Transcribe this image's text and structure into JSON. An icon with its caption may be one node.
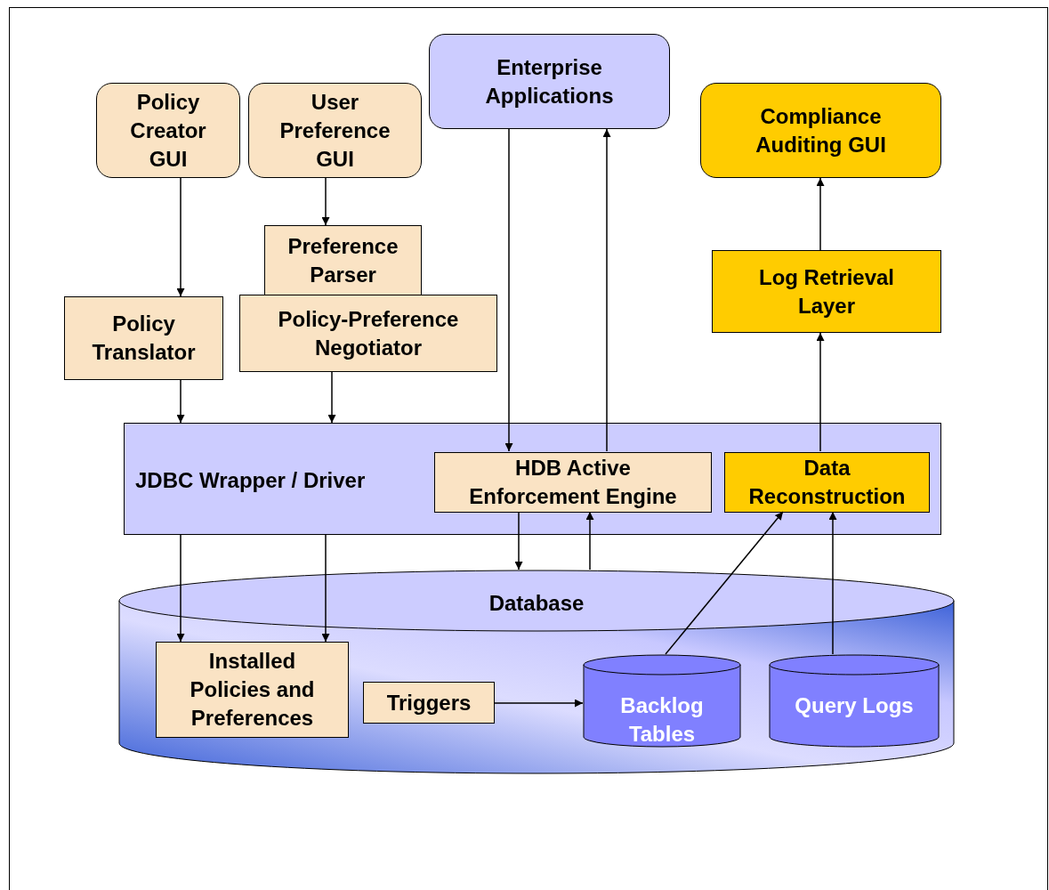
{
  "diagram": {
    "nodes": [
      {
        "text": [
          "Policy Creator GUI"
        ]
      },
      {
        "text": [
          "User Preference GUI"
        ]
      },
      {
        "text": [
          "Enterprise Applications"
        ]
      },
      {
        "text": [
          "Compliance Auditing GUI"
        ]
      },
      {
        "text": [
          "Preference Parser"
        ]
      },
      {
        "text": [
          "Policy Translator"
        ]
      },
      {
        "text": [
          "Policy-Preference Negotiator"
        ]
      },
      {
        "text": [
          "Log Retrieval Layer"
        ]
      },
      {
        "text": [
          "JDBC Wrapper / Driver"
        ]
      },
      {
        "text": [
          "HDB Active Enforcement Engine"
        ],
        "in": 8
      },
      {
        "text": [
          "Data Reconstruction"
        ],
        "in": 8
      },
      {
        "text": [
          "Database"
        ]
      },
      {
        "text": [
          "Installed Policies and Preferences"
        ],
        "in": 11
      },
      {
        "text": [
          "Triggers"
        ],
        "in": 11
      },
      {
        "text": [
          "Backlog Tables"
        ],
        "in": 11
      },
      {
        "text": [
          "Query Logs"
        ],
        "in": 11
      }
    ],
    "edges": [
      {
        "from": 0,
        "to": 5,
        "arrow": "to"
      },
      {
        "from": 1,
        "to": 4,
        "arrow": "to"
      },
      {
        "from": 5,
        "to": 8,
        "arrow": "to"
      },
      {
        "from": 6,
        "to": 8,
        "arrow": "to"
      },
      {
        "from": 2,
        "to": 9,
        "arrow": "to"
      },
      {
        "from": 9,
        "to": 2,
        "arrow": "to"
      },
      {
        "from": 10,
        "to": 7,
        "arrow": "to"
      },
      {
        "from": 7,
        "to": 3,
        "arrow": "to"
      },
      {
        "from": 9,
        "to": 11,
        "arrow": "to"
      },
      {
        "from": 11,
        "to": 9,
        "arrow": "to"
      },
      {
        "from": 8,
        "to": 12,
        "arrow": "to"
      },
      {
        "from": 8,
        "to": 12,
        "arrow": "to"
      },
      {
        "from": 13,
        "to": 14,
        "arrow": "to"
      },
      {
        "from": 14,
        "to": 10,
        "arrow": "to"
      },
      {
        "from": 15,
        "to": 10,
        "arrow": "to"
      }
    ]
  }
}
